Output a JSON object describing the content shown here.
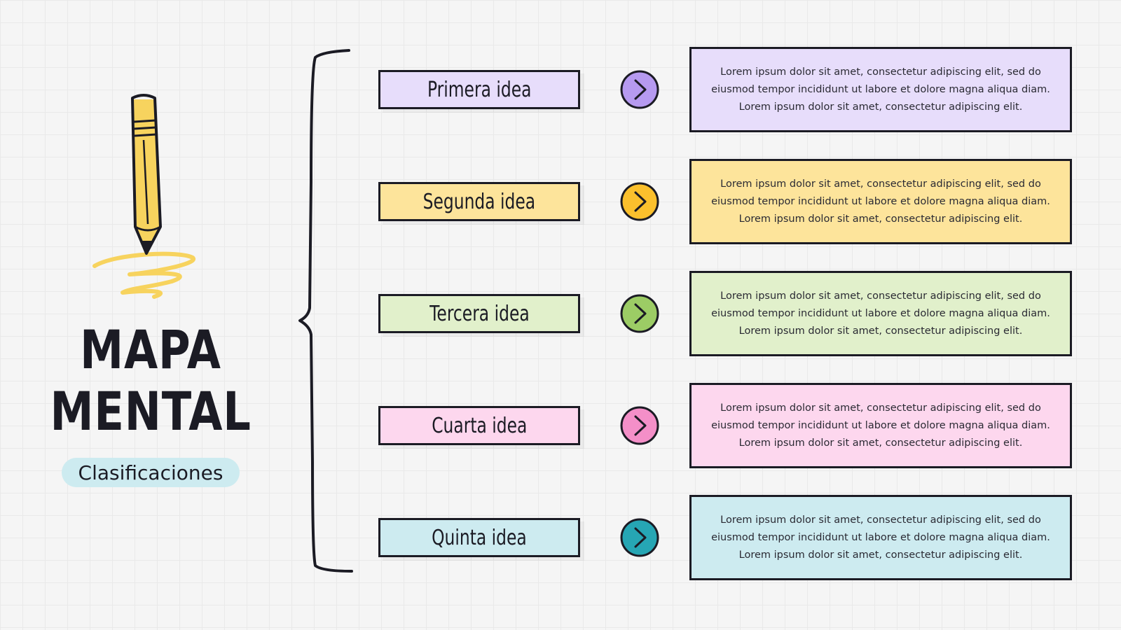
{
  "title": {
    "line1": "MAPA",
    "line2": "MENTAL"
  },
  "subtitle": "Clasificaciones",
  "icons": {
    "illustration": "pencil-icon",
    "arrow": "chevron-right-icon"
  },
  "colors": {
    "outline": "#1b1b24",
    "pencil": "#f7d35e",
    "pill": "#cdebf0"
  },
  "ideas": [
    {
      "label": "Primera idea",
      "text": "Lorem ipsum dolor sit amet, consectetur adipiscing elit, sed do eiusmod tempor incididunt ut labore et dolore magna aliqua diam. Lorem ipsum dolor sit amet, consectetur adipiscing elit.",
      "fill": "#e7ddfb",
      "accent": "#b69af0"
    },
    {
      "label": "Segunda idea",
      "text": "Lorem ipsum dolor sit amet, consectetur adipiscing elit, sed do eiusmod tempor incididunt ut labore et dolore magna aliqua diam. Lorem ipsum dolor sit amet, consectetur adipiscing elit.",
      "fill": "#fde49b",
      "accent": "#fbc02d"
    },
    {
      "label": "Tercera idea",
      "text": "Lorem ipsum dolor sit amet, consectetur adipiscing elit, sed do eiusmod tempor incididunt ut labore et dolore magna aliqua diam. Lorem ipsum dolor sit amet, consectetur adipiscing elit.",
      "fill": "#e1f0cb",
      "accent": "#9ccc65"
    },
    {
      "label": "Cuarta idea",
      "text": "Lorem ipsum dolor sit amet, consectetur adipiscing elit, sed do eiusmod tempor incididunt ut labore et dolore magna aliqua diam. Lorem ipsum dolor sit amet, consectetur adipiscing elit.",
      "fill": "#fdd7ee",
      "accent": "#f48fc8"
    },
    {
      "label": "Quinta idea",
      "text": "Lorem ipsum dolor sit amet, consectetur adipiscing elit, sed do eiusmod tempor incididunt ut labore et dolore magna aliqua diam. Lorem ipsum dolor sit amet, consectetur adipiscing elit.",
      "fill": "#cdebf0",
      "accent": "#26a6b4"
    }
  ]
}
